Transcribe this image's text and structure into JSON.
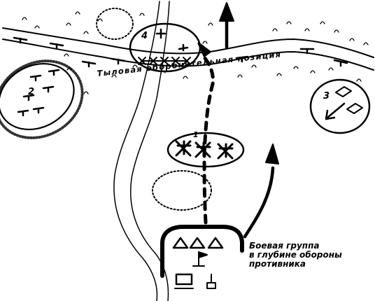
{
  "labels": {
    "position": "Тыловая оборонительная позиция",
    "caption_line1": "Боевая группа",
    "caption_line2": "в глубине обороны",
    "caption_line3": "противника",
    "area1": "1",
    "area2": "2",
    "area3": "3",
    "area4": "4"
  },
  "colors": {
    "ink": "#000000",
    "paper": "#ffffff"
  }
}
